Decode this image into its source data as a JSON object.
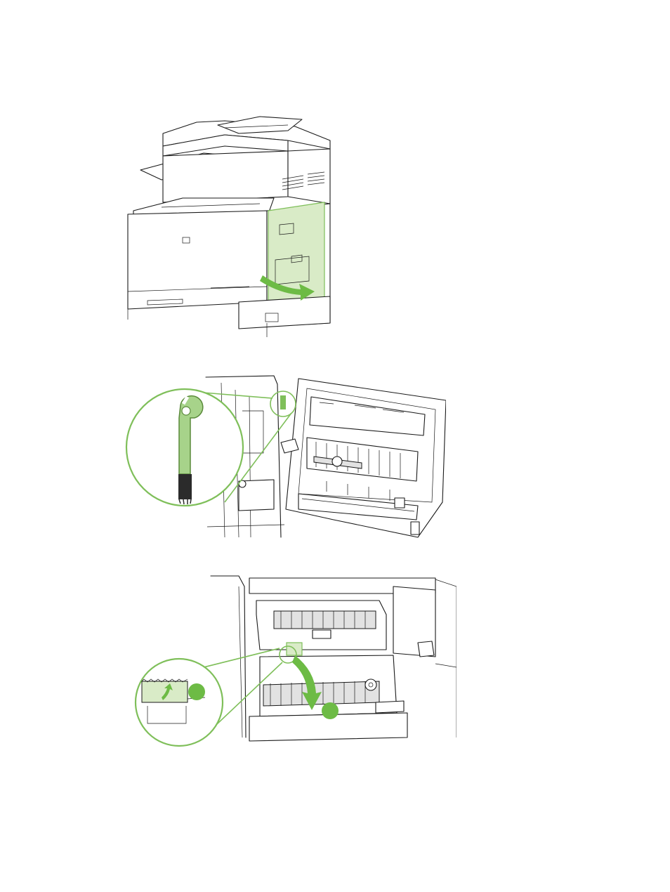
{
  "figures": [
    {
      "id": "printer-right-door",
      "elements": [
        "printer-body",
        "right-door-highlight",
        "door-open-arrow"
      ]
    },
    {
      "id": "transfer-roller-tool",
      "elements": [
        "open-door-interior",
        "tool-zoom-callout",
        "green-tool"
      ]
    },
    {
      "id": "duplex-lever",
      "elements": [
        "fuser-interior",
        "lever-zoom-callout",
        "rotate-arrow",
        "step-marker-1",
        "step-marker-2"
      ]
    }
  ],
  "colors": {
    "highlight": "#d9ebc7",
    "accent": "#6dbb45",
    "callout": "#7fbf5a",
    "line": "#1a1a1a"
  },
  "icons": [
    "curved-arrow-icon",
    "hook-tool-icon",
    "down-arrow-icon"
  ]
}
